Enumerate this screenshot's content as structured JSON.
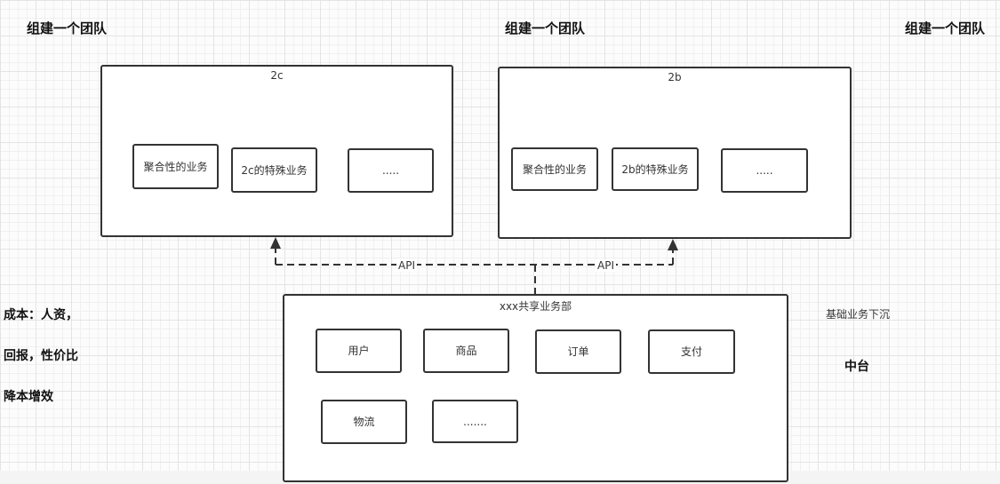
{
  "headings": [
    "组建一个团队",
    "组建一个团队",
    "组建一个团队"
  ],
  "team_2c": {
    "title": "2c",
    "boxes": [
      "聚合性的业务",
      "2c的特殊业务",
      "....."
    ]
  },
  "team_2b": {
    "title": "2b",
    "boxes": [
      "聚合性的业务",
      "2b的特殊业务",
      "....."
    ]
  },
  "shared": {
    "title": "xxx共享业务部",
    "boxes": [
      "用户",
      "商品",
      "订单",
      "支付",
      "物流",
      "......."
    ]
  },
  "connectors": {
    "left_label": "API",
    "right_label": "API"
  },
  "left_notes": [
    "成本：人资，",
    "回报，性价比",
    "降本增效"
  ],
  "right_notes": {
    "sink": "基础业务下沉",
    "middle": "中台"
  },
  "colors": {
    "stroke": "#333333",
    "text": "#222222",
    "grid": "#e4e4e4"
  }
}
